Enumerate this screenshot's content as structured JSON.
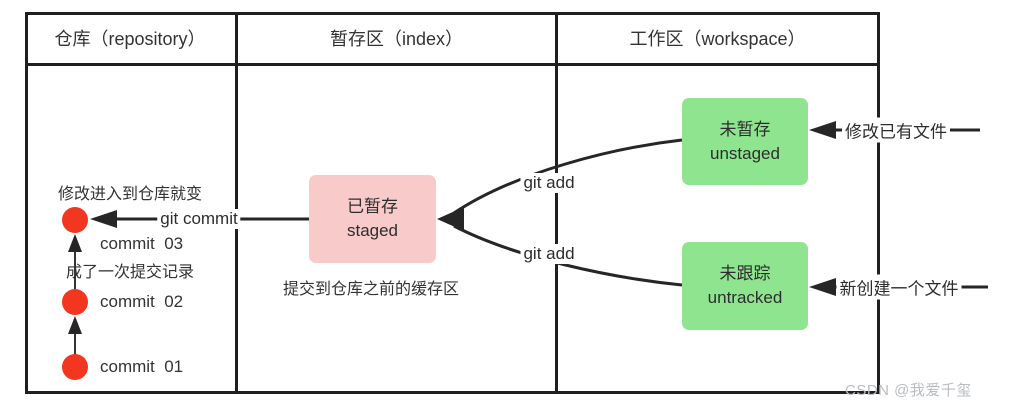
{
  "table": {
    "columns": [
      {
        "header": "仓库（repository）"
      },
      {
        "header": "暂存区（index）"
      },
      {
        "header": "工作区（workspace）"
      }
    ]
  },
  "repository": {
    "note": {
      "line1": "修改进入到仓库就变",
      "line2": "成了一次提交记录"
    },
    "git_commit_label": "git commit",
    "commits": [
      {
        "label": "commit  03"
      },
      {
        "label": "commit  02"
      },
      {
        "label": "commit  01"
      }
    ]
  },
  "index": {
    "staged_box": {
      "title": "已暂存",
      "subtitle": "staged"
    },
    "caption": "提交到仓库之前的缓存区",
    "git_add_top_label": "git add",
    "git_add_bottom_label": "git add"
  },
  "workspace": {
    "unstaged_box": {
      "title": "未暂存",
      "subtitle": "unstaged"
    },
    "untracked_box": {
      "title": "未跟踪",
      "subtitle": "untracked"
    },
    "modify_existing_label": "修改已有文件",
    "new_file_label": "新创建一个文件"
  },
  "watermark": "CSDN @我爱千玺",
  "colors": {
    "staged_box_bg": "#f8caca",
    "workspace_box_bg": "#8fe58f",
    "commit_dot": "#f2361f",
    "table_border": "#1f1f1f",
    "arrow_line": "#262626",
    "watermark_text": "#b9bdc1"
  }
}
